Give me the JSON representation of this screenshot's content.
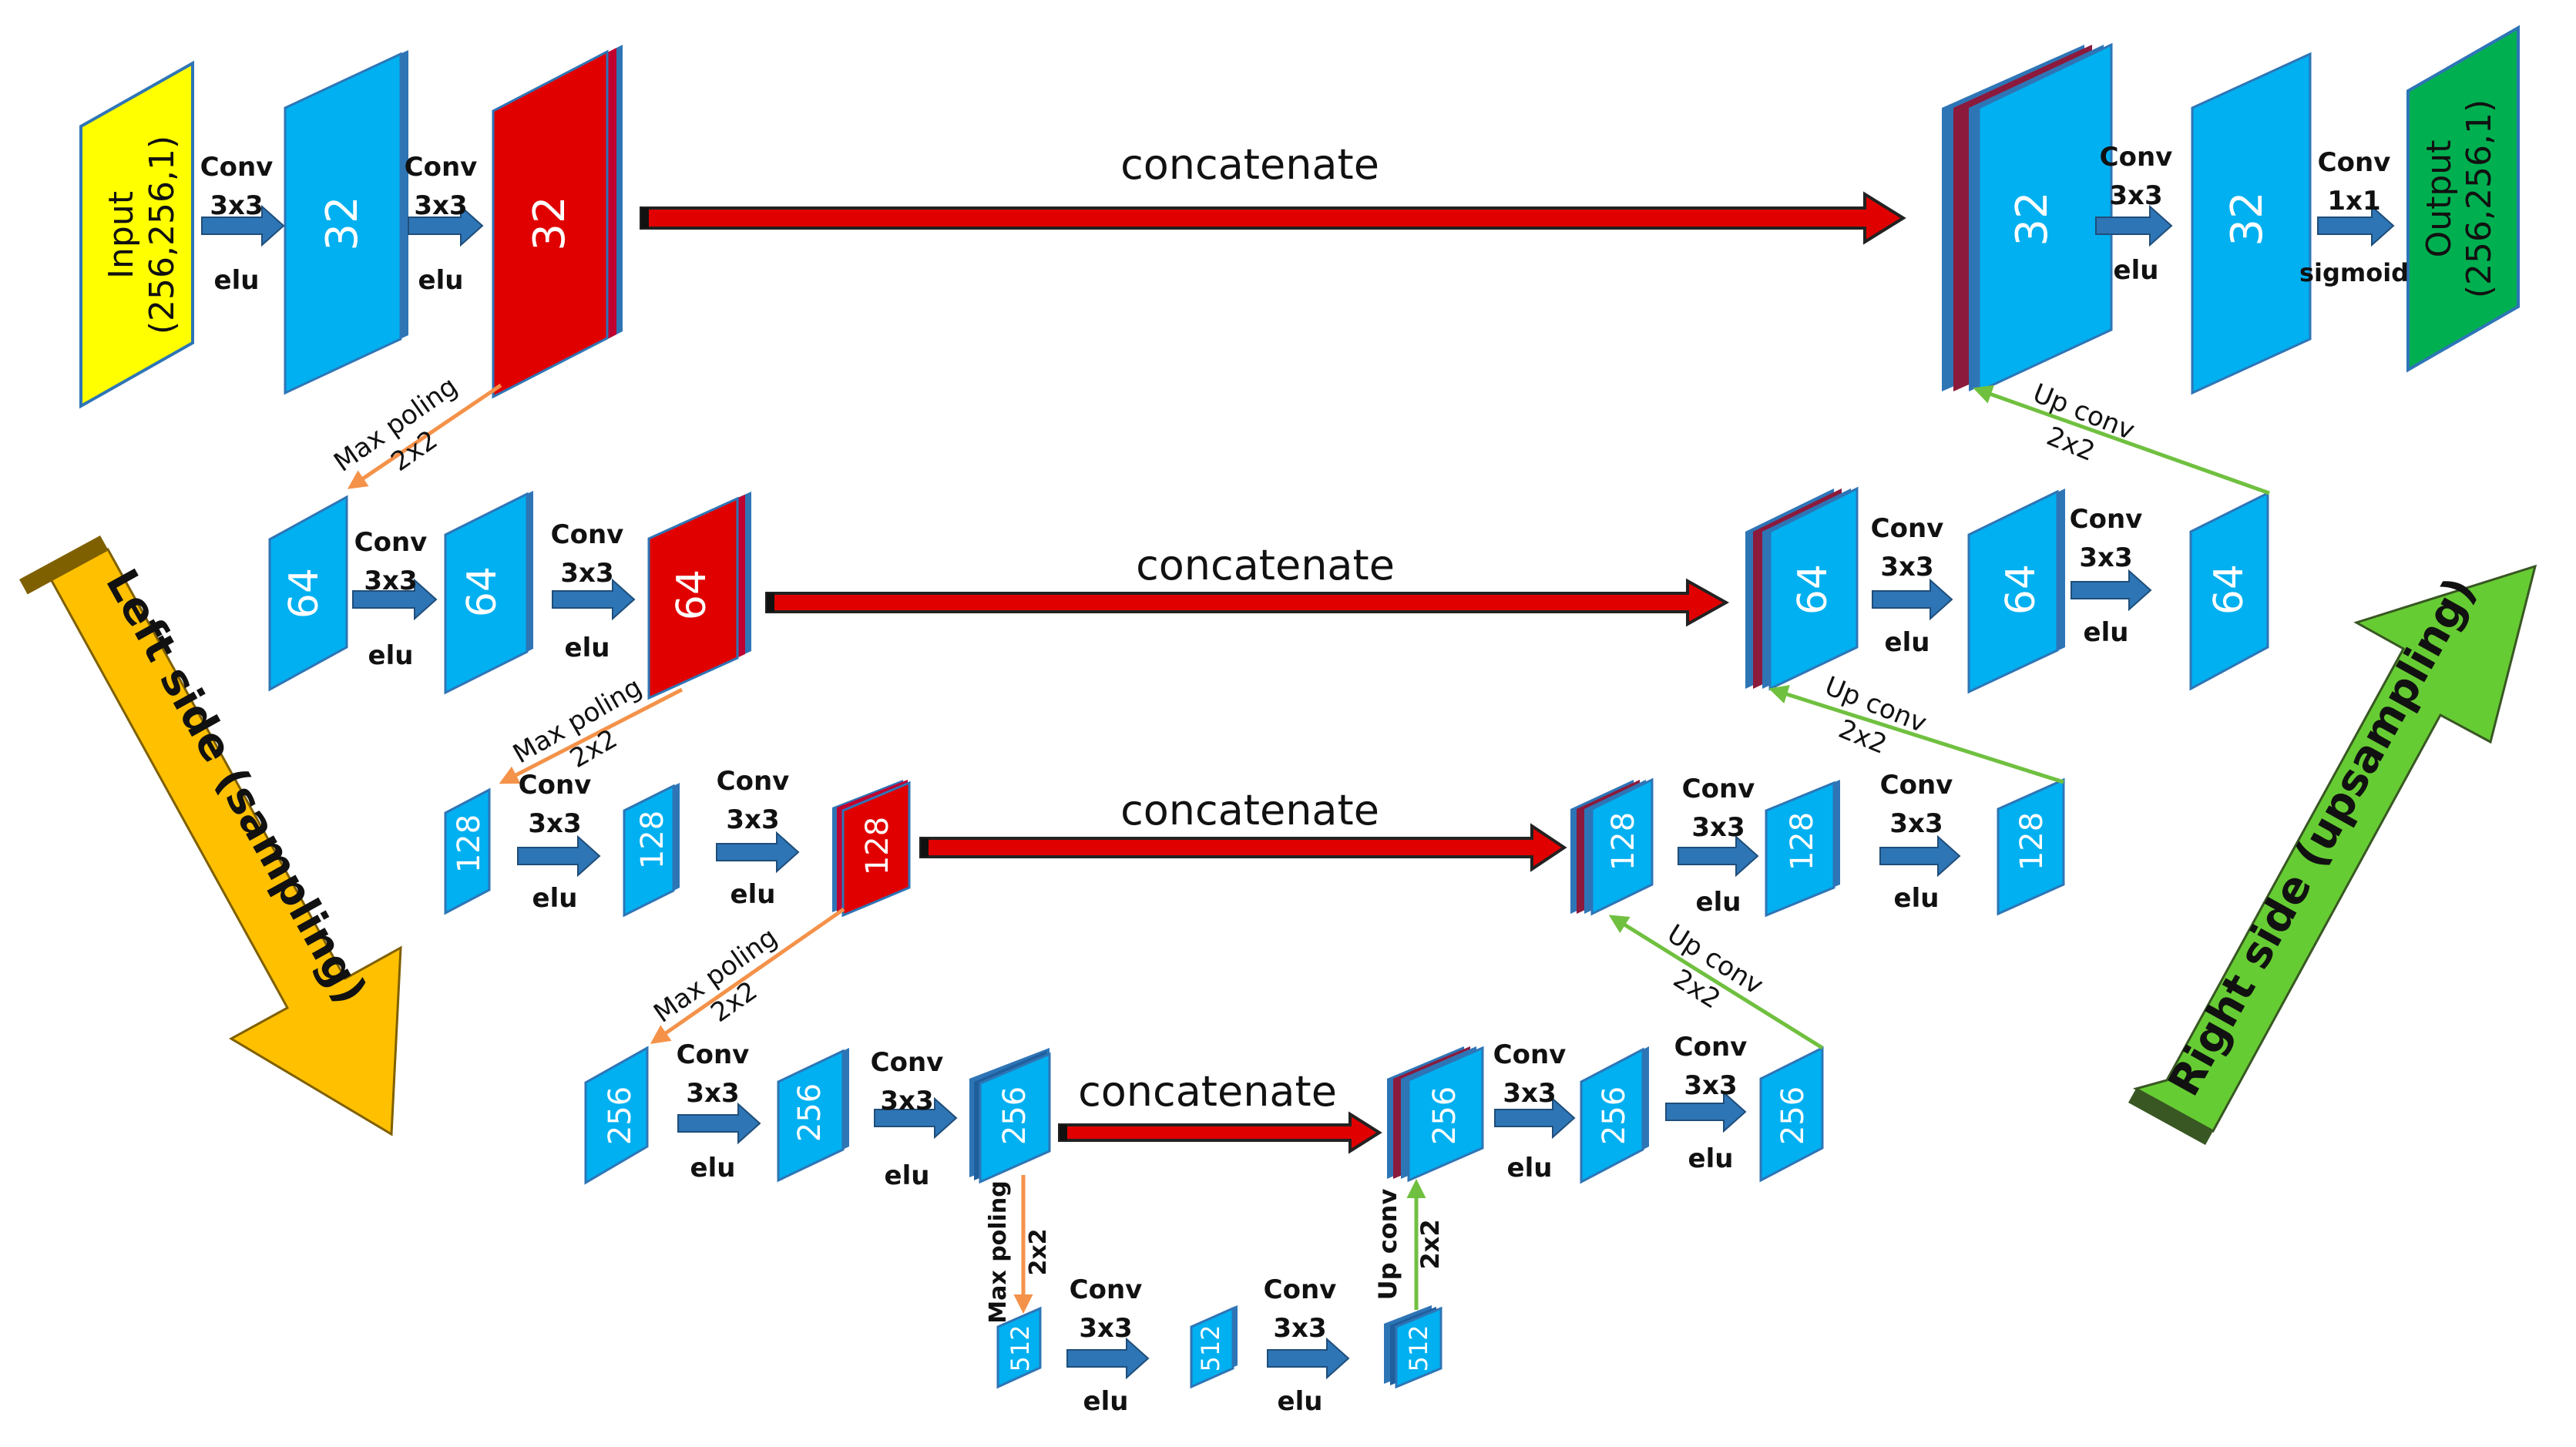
{
  "input_label": "Input",
  "input_shape": "(256,256,1)",
  "output_label": "Output",
  "output_shape": "(256,256,1)",
  "block_labels": {
    "c32": "32",
    "c64": "64",
    "c128": "128",
    "c256": "256",
    "c512": "512"
  },
  "ops": {
    "conv": "Conv",
    "k3": "3x3",
    "k1": "1x1",
    "elu": "elu",
    "sigmoid": "sigmoid",
    "maxpool": "Max poling",
    "upconv": "Up conv",
    "k2": "2x2",
    "concat": "concatenate"
  },
  "left_side": "Left side (sampling)",
  "right_side": "Right side (upsampling)",
  "colors": {
    "block_blue": "#00B0F0",
    "block_blue_edge": "#2E75B6",
    "block_red": "#E00000",
    "input_yellow": "#FFFF00",
    "output_green": "#00B050",
    "arrow_blue": "#2E75B6",
    "concat_red": "#E00000",
    "pool_orange": "#F4924A",
    "upconv_green": "#70C040",
    "left_arrow": "#FFC000",
    "right_arrow": "#66CC33"
  }
}
